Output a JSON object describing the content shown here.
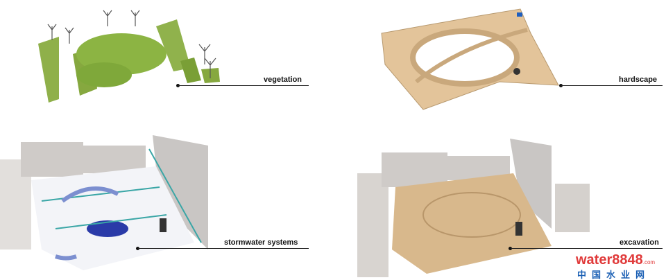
{
  "panels": [
    {
      "label": "vegetation"
    },
    {
      "label": "hardscape"
    },
    {
      "label": "stormwater systems"
    },
    {
      "label": "excavation"
    }
  ],
  "watermark": {
    "brand": "water8848",
    "domain": ".com",
    "chinese": "中国水业网"
  },
  "colors": {
    "grass": "#7fa83a",
    "paving": "#e3c49a",
    "building": "#c9c6c4",
    "water": "#2a3aa8",
    "pipe": "#3aa6a6",
    "dirt": "#d8b88c"
  }
}
